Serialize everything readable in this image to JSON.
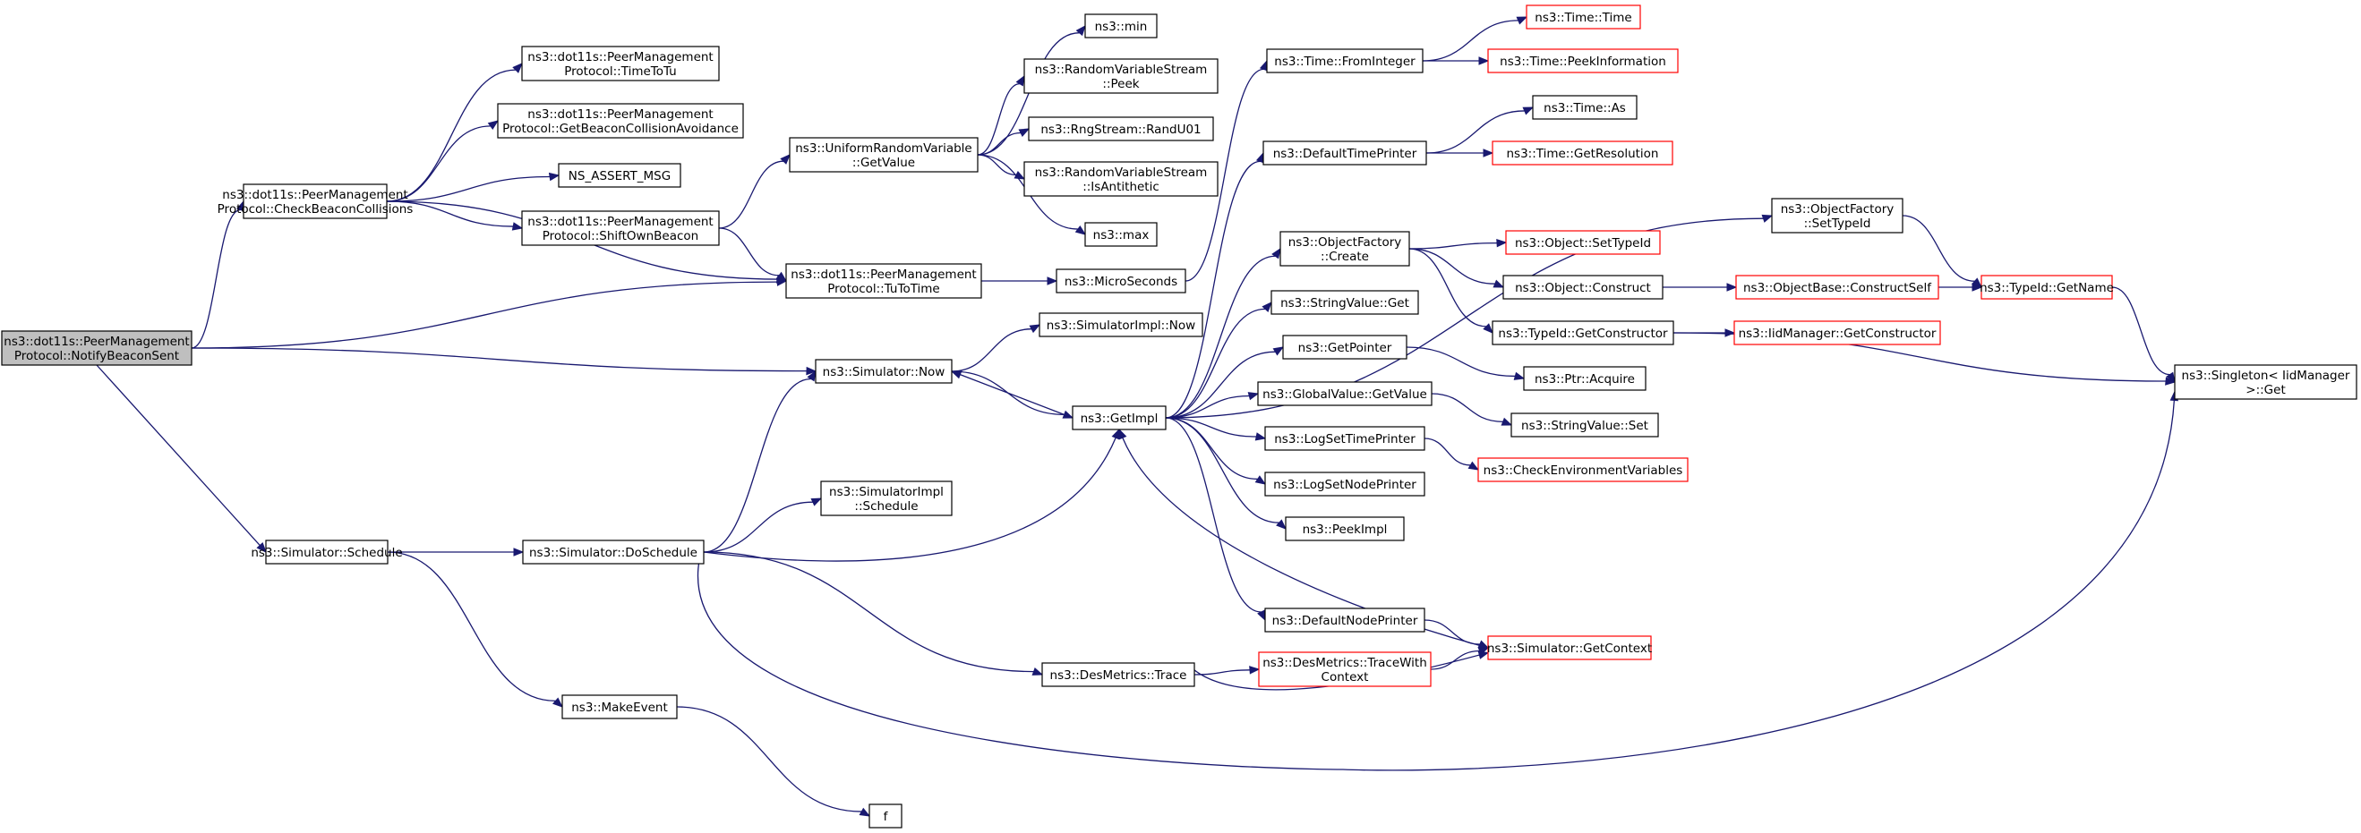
{
  "nodes": [
    {
      "id": "root",
      "lines": [
        "ns3::dot11s::PeerManagement",
        "Protocol::NotifyBeaconSent"
      ],
      "style": "root"
    },
    {
      "id": "checkBeacon",
      "lines": [
        "ns3::dot11s::PeerManagement",
        "Protocol::CheckBeaconCollisions"
      ],
      "style": "normal"
    },
    {
      "id": "timeToTu",
      "lines": [
        "ns3::dot11s::PeerManagement",
        "Protocol::TimeToTu"
      ],
      "style": "normal"
    },
    {
      "id": "getBeaconColl",
      "lines": [
        "ns3::dot11s::PeerManagement",
        "Protocol::GetBeaconCollisionAvoidance"
      ],
      "style": "normal"
    },
    {
      "id": "nsAssert",
      "lines": [
        "NS_ASSERT_MSG"
      ],
      "style": "normal"
    },
    {
      "id": "shiftOwn",
      "lines": [
        "ns3::dot11s::PeerManagement",
        "Protocol::ShiftOwnBeacon"
      ],
      "style": "normal"
    },
    {
      "id": "tuToTime",
      "lines": [
        "ns3::dot11s::PeerManagement",
        "Protocol::TuToTime"
      ],
      "style": "normal"
    },
    {
      "id": "uniformGet",
      "lines": [
        "ns3::UniformRandomVariable",
        "::GetValue"
      ],
      "style": "normal"
    },
    {
      "id": "min",
      "lines": [
        "ns3::min"
      ],
      "style": "normal"
    },
    {
      "id": "rvsPeek",
      "lines": [
        "ns3::RandomVariableStream",
        "::Peek"
      ],
      "style": "normal"
    },
    {
      "id": "randU01",
      "lines": [
        "ns3::RngStream::RandU01"
      ],
      "style": "normal"
    },
    {
      "id": "isAnti",
      "lines": [
        "ns3::RandomVariableStream",
        "::IsAntithetic"
      ],
      "style": "normal"
    },
    {
      "id": "max",
      "lines": [
        "ns3::max"
      ],
      "style": "normal"
    },
    {
      "id": "micro",
      "lines": [
        "ns3::MicroSeconds"
      ],
      "style": "normal"
    },
    {
      "id": "simNow",
      "lines": [
        "ns3::Simulator::Now"
      ],
      "style": "normal"
    },
    {
      "id": "simImplNow",
      "lines": [
        "ns3::SimulatorImpl::Now"
      ],
      "style": "normal"
    },
    {
      "id": "simSchedule",
      "lines": [
        "ns3::Simulator::Schedule"
      ],
      "style": "normal"
    },
    {
      "id": "doSchedule",
      "lines": [
        "ns3::Simulator::DoSchedule"
      ],
      "style": "normal"
    },
    {
      "id": "simImplSched",
      "lines": [
        "ns3::SimulatorImpl",
        "::Schedule"
      ],
      "style": "normal"
    },
    {
      "id": "makeEvent",
      "lines": [
        "ns3::MakeEvent"
      ],
      "style": "normal"
    },
    {
      "id": "f",
      "lines": [
        "f"
      ],
      "style": "normal"
    },
    {
      "id": "getImpl",
      "lines": [
        "ns3::GetImpl"
      ],
      "style": "normal"
    },
    {
      "id": "desTrace",
      "lines": [
        "ns3::DesMetrics::Trace"
      ],
      "style": "normal"
    },
    {
      "id": "desTraceCtx",
      "lines": [
        "ns3::DesMetrics::TraceWith",
        "Context"
      ],
      "style": "red"
    },
    {
      "id": "getContext",
      "lines": [
        "ns3::Simulator::GetContext"
      ],
      "style": "red"
    },
    {
      "id": "timeFromInt",
      "lines": [
        "ns3::Time::FromInteger"
      ],
      "style": "normal"
    },
    {
      "id": "timeTime",
      "lines": [
        "ns3::Time::Time"
      ],
      "style": "red"
    },
    {
      "id": "timePeek",
      "lines": [
        "ns3::Time::PeekInformation"
      ],
      "style": "red"
    },
    {
      "id": "defTimePrinter",
      "lines": [
        "ns3::DefaultTimePrinter"
      ],
      "style": "normal"
    },
    {
      "id": "timeAs",
      "lines": [
        "ns3::Time::As"
      ],
      "style": "normal"
    },
    {
      "id": "timeGetRes",
      "lines": [
        "ns3::Time::GetResolution"
      ],
      "style": "red"
    },
    {
      "id": "ofCreate",
      "lines": [
        "ns3::ObjectFactory",
        "::Create"
      ],
      "style": "normal"
    },
    {
      "id": "objSetTypeId",
      "lines": [
        "ns3::Object::SetTypeId"
      ],
      "style": "red"
    },
    {
      "id": "objConstruct",
      "lines": [
        "ns3::Object::Construct"
      ],
      "style": "normal"
    },
    {
      "id": "objBaseConstruct",
      "lines": [
        "ns3::ObjectBase::ConstructSelf"
      ],
      "style": "red"
    },
    {
      "id": "typeIdGetName",
      "lines": [
        "ns3::TypeId::GetName"
      ],
      "style": "red"
    },
    {
      "id": "typeIdGetCtor",
      "lines": [
        "ns3::TypeId::GetConstructor"
      ],
      "style": "normal"
    },
    {
      "id": "iidGetCtor",
      "lines": [
        "ns3::IidManager::GetConstructor"
      ],
      "style": "red"
    },
    {
      "id": "ofSetTypeId",
      "lines": [
        "ns3::ObjectFactory",
        "::SetTypeId"
      ],
      "style": "normal"
    },
    {
      "id": "singleton",
      "lines": [
        "ns3::Singleton< IidManager",
        ">::Get"
      ],
      "style": "normal"
    },
    {
      "id": "strValGet",
      "lines": [
        "ns3::StringValue::Get"
      ],
      "style": "normal"
    },
    {
      "id": "getPointer",
      "lines": [
        "ns3::GetPointer"
      ],
      "style": "normal"
    },
    {
      "id": "ptrAcquire",
      "lines": [
        "ns3::Ptr::Acquire"
      ],
      "style": "normal"
    },
    {
      "id": "gvGet",
      "lines": [
        "ns3::GlobalValue::GetValue"
      ],
      "style": "normal"
    },
    {
      "id": "strValSet",
      "lines": [
        "ns3::StringValue::Set"
      ],
      "style": "normal"
    },
    {
      "id": "logSetTime",
      "lines": [
        "ns3::LogSetTimePrinter"
      ],
      "style": "normal"
    },
    {
      "id": "checkEnv",
      "lines": [
        "ns3::CheckEnvironmentVariables"
      ],
      "style": "red"
    },
    {
      "id": "logSetNode",
      "lines": [
        "ns3::LogSetNodePrinter"
      ],
      "style": "normal"
    },
    {
      "id": "peekImpl",
      "lines": [
        "ns3::PeekImpl"
      ],
      "style": "normal"
    },
    {
      "id": "defNodePrinter",
      "lines": [
        "ns3::DefaultNodePrinter"
      ],
      "style": "normal"
    }
  ],
  "edges": [
    [
      "root",
      "checkBeacon"
    ],
    [
      "root",
      "tuToTime"
    ],
    [
      "root",
      "simNow"
    ],
    [
      "root",
      "simSchedule"
    ],
    [
      "checkBeacon",
      "timeToTu"
    ],
    [
      "checkBeacon",
      "getBeaconColl"
    ],
    [
      "checkBeacon",
      "nsAssert"
    ],
    [
      "checkBeacon",
      "shiftOwn"
    ],
    [
      "checkBeacon",
      "tuToTime"
    ],
    [
      "shiftOwn",
      "uniformGet"
    ],
    [
      "shiftOwn",
      "tuToTime"
    ],
    [
      "uniformGet",
      "min"
    ],
    [
      "uniformGet",
      "rvsPeek"
    ],
    [
      "uniformGet",
      "randU01"
    ],
    [
      "uniformGet",
      "isAnti"
    ],
    [
      "uniformGet",
      "max"
    ],
    [
      "tuToTime",
      "micro"
    ],
    [
      "micro",
      "timeFromInt"
    ],
    [
      "timeFromInt",
      "timeTime"
    ],
    [
      "timeFromInt",
      "timePeek"
    ],
    [
      "simNow",
      "simImplNow"
    ],
    [
      "simNow",
      "getImpl"
    ],
    [
      "simSchedule",
      "doSchedule"
    ],
    [
      "simSchedule",
      "makeEvent"
    ],
    [
      "makeEvent",
      "f"
    ],
    [
      "doSchedule",
      "simNow"
    ],
    [
      "doSchedule",
      "simImplSched"
    ],
    [
      "doSchedule",
      "getImpl"
    ],
    [
      "doSchedule",
      "desTrace"
    ],
    [
      "doSchedule",
      "singleton"
    ],
    [
      "desTrace",
      "desTraceCtx"
    ],
    [
      "desTrace",
      "getContext"
    ],
    [
      "desTraceCtx",
      "getContext"
    ],
    [
      "getContext",
      "getImpl"
    ],
    [
      "getImpl",
      "simNow"
    ],
    [
      "getImpl",
      "defTimePrinter"
    ],
    [
      "getImpl",
      "ofCreate"
    ],
    [
      "getImpl",
      "ofSetTypeId"
    ],
    [
      "getImpl",
      "strValGet"
    ],
    [
      "getImpl",
      "getPointer"
    ],
    [
      "getImpl",
      "gvGet"
    ],
    [
      "getImpl",
      "logSetTime"
    ],
    [
      "getImpl",
      "logSetNode"
    ],
    [
      "getImpl",
      "peekImpl"
    ],
    [
      "getImpl",
      "defNodePrinter"
    ],
    [
      "defTimePrinter",
      "timeAs"
    ],
    [
      "defTimePrinter",
      "timeGetRes"
    ],
    [
      "ofCreate",
      "objSetTypeId"
    ],
    [
      "ofCreate",
      "objConstruct"
    ],
    [
      "ofCreate",
      "typeIdGetCtor"
    ],
    [
      "objConstruct",
      "objBaseConstruct"
    ],
    [
      "objBaseConstruct",
      "typeIdGetName"
    ],
    [
      "typeIdGetCtor",
      "iidGetCtor"
    ],
    [
      "typeIdGetCtor",
      "singleton"
    ],
    [
      "ofSetTypeId",
      "typeIdGetName"
    ],
    [
      "typeIdGetName",
      "singleton"
    ],
    [
      "getPointer",
      "ptrAcquire"
    ],
    [
      "gvGet",
      "strValSet"
    ],
    [
      "logSetTime",
      "checkEnv"
    ],
    [
      "defNodePrinter",
      "getContext"
    ]
  ]
}
